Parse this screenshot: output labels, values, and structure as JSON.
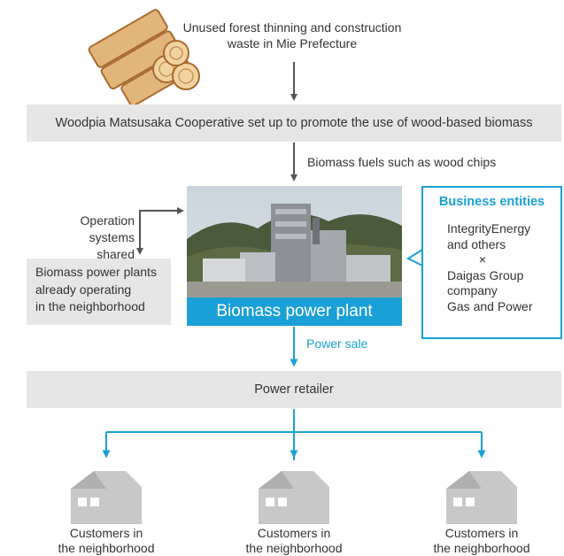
{
  "source": {
    "text_line1": "Unused forest thinning and construction",
    "text_line2": "waste in Mie Prefecture"
  },
  "cooperative": {
    "text": "Woodpia Matsusaka Cooperative set up to promote the use of wood-based biomass"
  },
  "fuel_flow": {
    "label": "Biomass fuels such as wood chips"
  },
  "operation": {
    "line1": "Operation",
    "line2": "systems shared"
  },
  "neighbor_plants": {
    "line1": "Biomass power plants",
    "line2": "already operating",
    "line3": "in the neighborhood"
  },
  "plant": {
    "caption": "Biomass power plant"
  },
  "business_entities": {
    "title": "Business entities",
    "line1": "IntegrityEnergy",
    "line2": "and others",
    "times": "×",
    "line3": "Daigas Group",
    "line4": "company",
    "line5": "Gas and Power"
  },
  "power_sale": {
    "label": "Power sale"
  },
  "retailer": {
    "text": "Power retailer"
  },
  "customers": [
    {
      "line1": "Customers in",
      "line2": "the neighborhood"
    },
    {
      "line1": "Customers in",
      "line2": "the neighborhood"
    },
    {
      "line1": "Customers in",
      "line2": "the neighborhood"
    }
  ],
  "colors": {
    "accent_blue": "#1aa0d6",
    "band_gray": "#e6e6e6",
    "arrow_gray": "#555555",
    "house_gray": "#c8c8c8",
    "wood": "#d9a86a"
  }
}
